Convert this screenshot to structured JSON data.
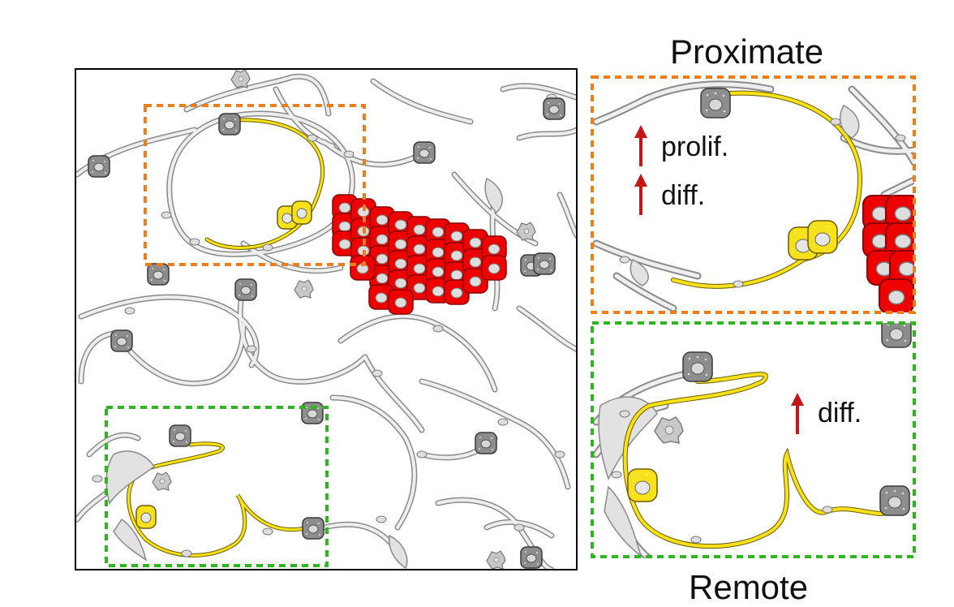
{
  "labels": {
    "proximate": "Proximate",
    "remote": "Remote",
    "prolif": "prolif.",
    "diff_proximate": "diff.",
    "diff_remote": "diff."
  },
  "colors": {
    "background": "#ffffff",
    "frame": "#000000",
    "proximate_box": "#ef7d1a",
    "remote_box": "#2db61f",
    "arrow": "#c41717",
    "tumor_cell": "#ee0000",
    "type2_cell": "#f7e11b",
    "type1_cell": "#ece33a",
    "alveolar_wall": "#e8e8e8",
    "wall_outline": "#8a8a8a",
    "endothelial_cell": "#8d8d8d",
    "macrophage": "#c8c8c8"
  },
  "icons": {
    "arrow": "up-arrow-icon"
  }
}
